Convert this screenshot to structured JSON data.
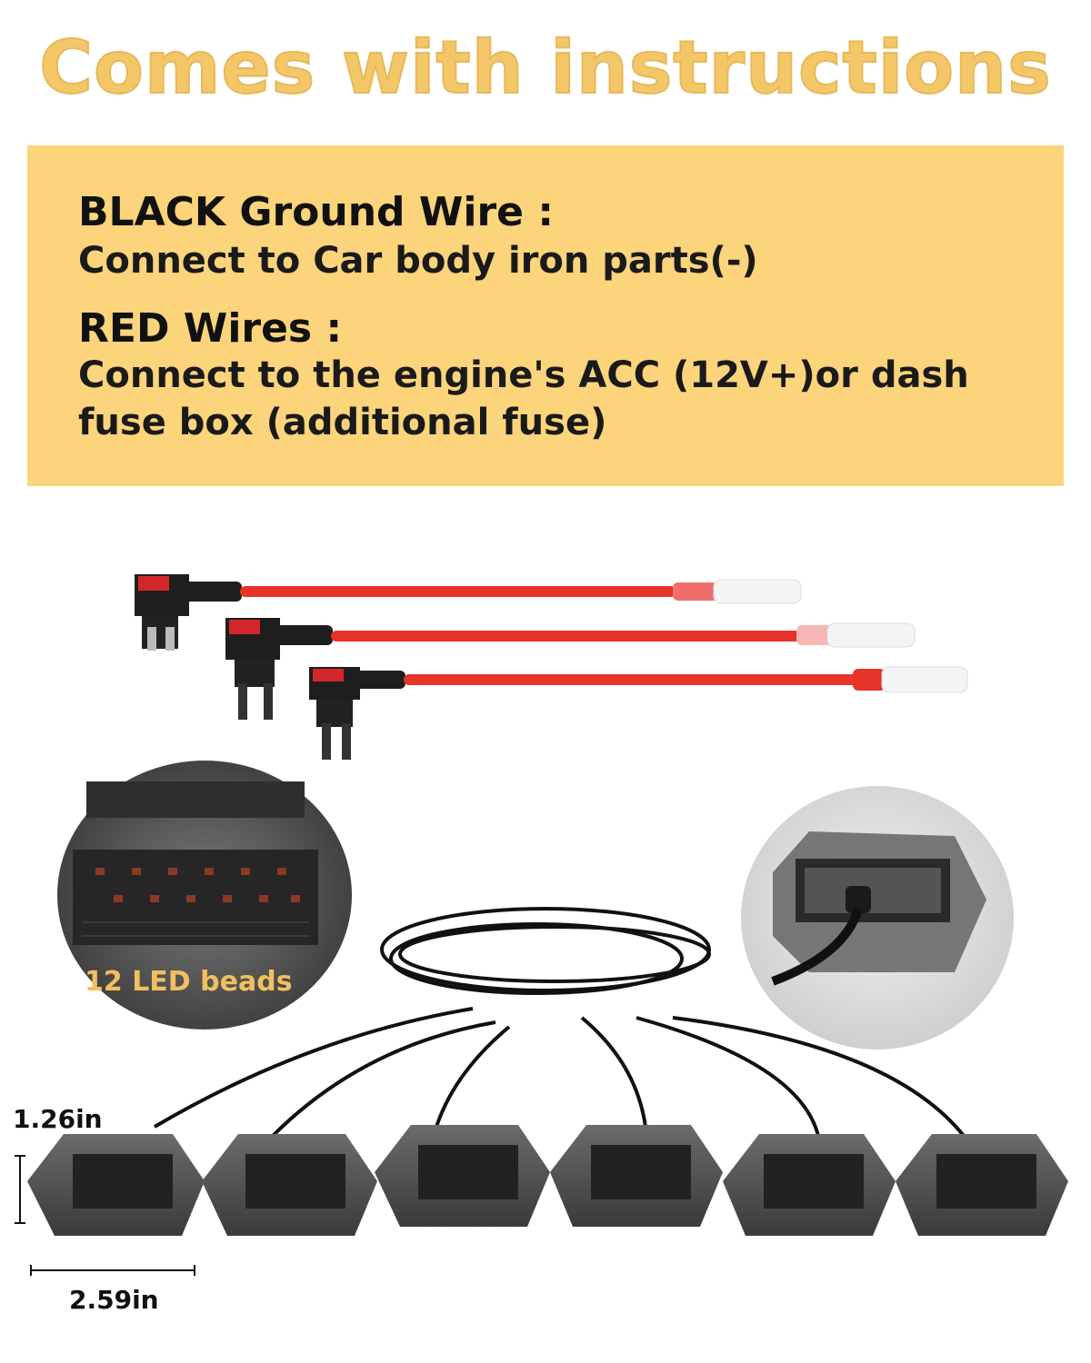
{
  "headline": "Comes with instructions",
  "instructions": [
    {
      "heading": "BLACK Ground Wire :",
      "lines": [
        "Connect to Car body iron parts(-)"
      ]
    },
    {
      "heading": "RED Wires :",
      "lines": [
        "Connect to the engine's ACC (12V+)or dash",
        "fuse box (additional fuse)"
      ]
    }
  ],
  "callouts": {
    "led_beads": "12 LED beads"
  },
  "dimensions": {
    "height": "1.26in",
    "width": "2.59in"
  },
  "colors": {
    "banner": "#fbd47b",
    "headline": "#f3c768",
    "wire_red": "#e8332a",
    "lens_smoke": "#4a4a4a"
  }
}
